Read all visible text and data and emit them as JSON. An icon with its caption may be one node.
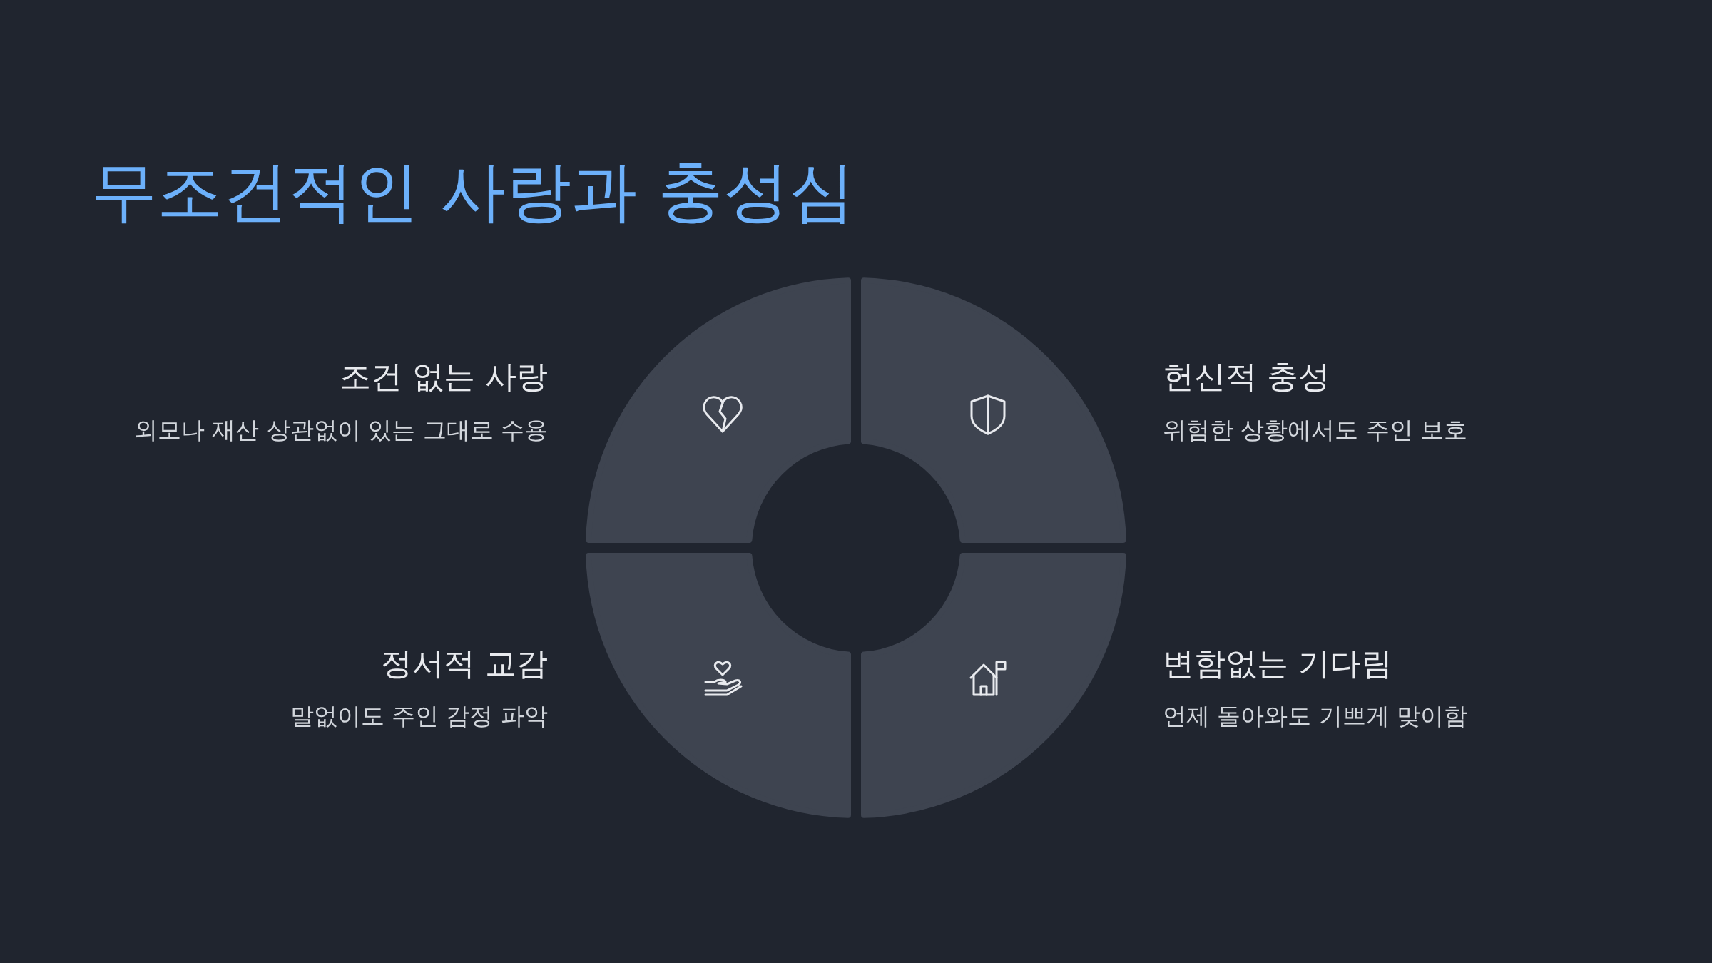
{
  "diagram": {
    "title": "무조건적인 사랑과 충성심",
    "labels": [
      "조건 없는 사랑",
      "외모나 재산 상관없이 있는 그대로 수용",
      "헌신적 충성",
      "위험한 상황에서도 주인 보호",
      "정서적 교감",
      "말없이도 주인 감정 파악",
      "변함없는 기다림",
      "언제 돌아와도 기쁘게 맞이함"
    ]
  }
}
